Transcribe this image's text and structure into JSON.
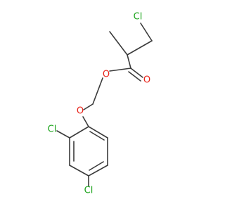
{
  "molecule": {
    "atoms": [
      {
        "id": "cl_top",
        "symbol": "Cl",
        "color": "#1aa31a"
      },
      {
        "id": "o_ester",
        "symbol": "O",
        "color": "#e8231a"
      },
      {
        "id": "o_carbonyl",
        "symbol": "O",
        "color": "#e8231a"
      },
      {
        "id": "o_ether",
        "symbol": "O",
        "color": "#e8231a"
      },
      {
        "id": "cl_ortho",
        "symbol": "Cl",
        "color": "#1aa31a"
      },
      {
        "id": "cl_para",
        "symbol": "Cl",
        "color": "#1aa31a"
      }
    ],
    "bond_color": "#3b3b3b"
  }
}
